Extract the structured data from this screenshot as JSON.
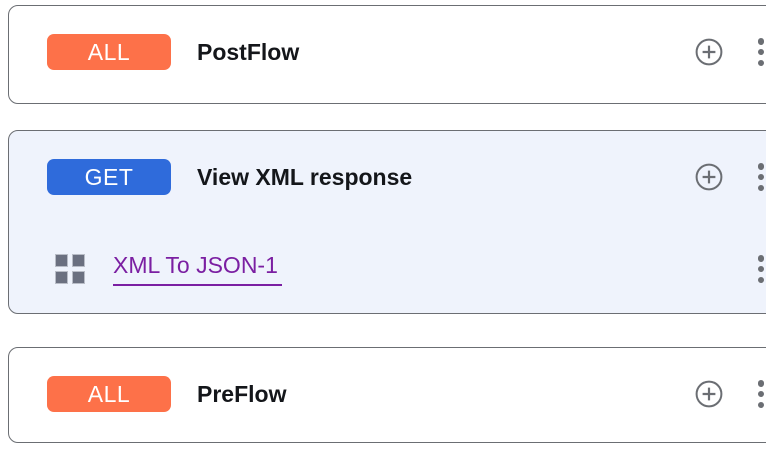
{
  "theme": {
    "page_background": "#ffffff",
    "card_background": "#ffffff",
    "card_selected_background": "#eff3fc",
    "card_border": "#6b6e73",
    "badge_all_color": "#fd7149",
    "badge_get_color": "#2f6bdb",
    "badge_text_color": "#ffffff",
    "title_color": "#14161a",
    "link_color": "#7b1fa2",
    "icon_color": "#6b6e73",
    "grid_icon_color": "#6b7080"
  },
  "icons": {
    "add": "plus-circle-icon",
    "menu": "kebab-menu-icon",
    "policy": "grid-squares-icon"
  },
  "flows": [
    {
      "id": "postflow",
      "method": "ALL",
      "method_style": "all",
      "name": "PostFlow",
      "selected": false,
      "add_label": "Add",
      "menu_label": "More options",
      "steps": []
    },
    {
      "id": "view-xml-response",
      "method": "GET",
      "method_style": "get",
      "name": "View XML response",
      "selected": true,
      "add_label": "Add",
      "menu_label": "More options",
      "steps": [
        {
          "id": "xml-to-json-1",
          "name": "XML To JSON-1",
          "menu_label": "More options"
        }
      ]
    },
    {
      "id": "preflow",
      "method": "ALL",
      "method_style": "all",
      "name": "PreFlow",
      "selected": false,
      "add_label": "Add",
      "menu_label": "More options",
      "steps": []
    }
  ]
}
